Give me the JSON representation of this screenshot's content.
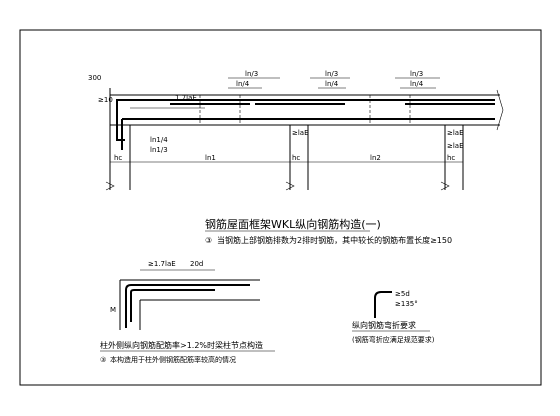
{
  "main_detail": {
    "title": "钢筋屋面框架WKL纵向钢筋构造(一)",
    "note_marker": "③",
    "note": "当钢筋上部钢筋排数为2排时钢筋，其中较长的钢筋布置长度≥150",
    "dim_300": "300",
    "labels": {
      "ln1_3_a": "ln/3",
      "ln_4_a": "ln/4",
      "ln1_3_b": "ln/3",
      "ln_4_b": "ln/4",
      "ln1_3_c": "ln/3",
      "ln_4_c": "ln/4",
      "lnl": "ln1",
      "lnl_4": "ln1/4",
      "lnl_3": "ln1/3",
      "la_1": "≥laE",
      "la_2": "≥laE",
      "la_3": "≥laE",
      "hc_1": "hc",
      "hc_2": "hc",
      "hc_3": "hc",
      "ln_span1": "ln1",
      "ln_span2": "ln2",
      "d10": "≥10",
      "p17": "1.7laE"
    }
  },
  "secondary_detail": {
    "title": "柱外侧纵向钢筋配筋率>1.2%时梁柱节点构造",
    "note_marker": "③",
    "note": "本构造用于柱外侧钢筋配筋率较高的情况",
    "labels": {
      "top_dim": "≥1.7laE",
      "end_dim": "20d",
      "m": "M"
    }
  },
  "hook_detail": {
    "dim": "≥5d",
    "angle": "≥135°",
    "title": "纵向钢筋弯折要求",
    "subtitle": "(钢筋弯折应满足规范要求)"
  }
}
